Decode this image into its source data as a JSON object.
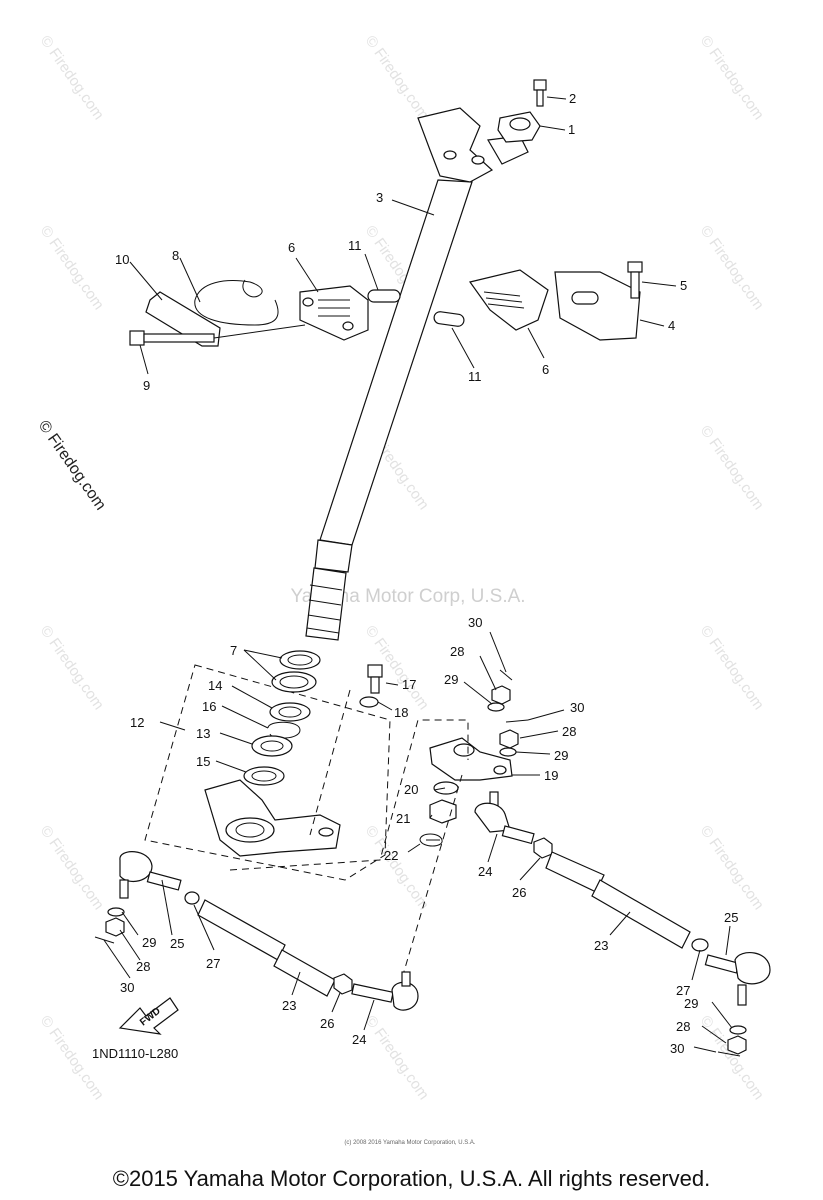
{
  "watermark": {
    "repeated_text": "© Firedog.com",
    "side_text": "© Firedog.com",
    "center_text": "Yamaha Motor Corp, U.S.A.",
    "fine_print": "(c) 2008 2016 Yamaha Motor Corporation, U.S.A."
  },
  "diagram_code": "1ND1110-L280",
  "fwd_label": "FWD",
  "footer_text": "©2015 Yamaha Motor Corporation, U.S.A. All rights reserved.",
  "callouts": [
    "1",
    "2",
    "3",
    "4",
    "5",
    "6",
    "6",
    "7",
    "8",
    "9",
    "10",
    "11",
    "11",
    "12",
    "13",
    "14",
    "15",
    "16",
    "17",
    "18",
    "19",
    "20",
    "21",
    "22",
    "23",
    "23",
    "24",
    "24",
    "25",
    "25",
    "26",
    "26",
    "27",
    "27",
    "28",
    "28",
    "28",
    "29",
    "29",
    "29",
    "30",
    "30",
    "30",
    "30"
  ]
}
